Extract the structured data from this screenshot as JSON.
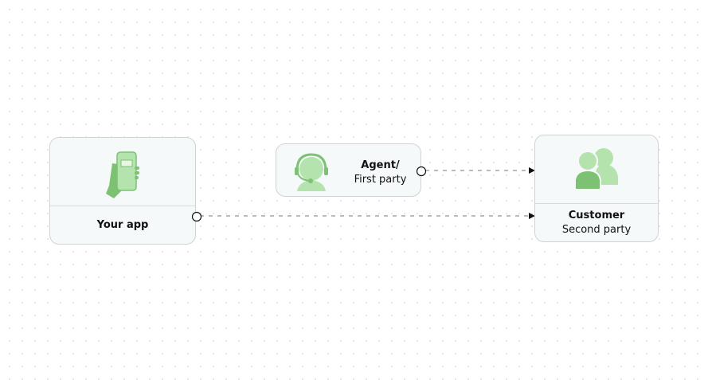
{
  "nodes": {
    "your_app": {
      "label": "Your app",
      "icon": "phone-in-hand-icon"
    },
    "agent": {
      "title": "Agent/",
      "subtitle": "First party",
      "icon": "headset-agent-icon"
    },
    "customer": {
      "title": "Customer",
      "subtitle": "Second party",
      "icon": "users-icon"
    }
  },
  "colors": {
    "accent_light": "#b5e3ad",
    "accent_dark": "#7dc172",
    "border": "#cfd3d6"
  }
}
